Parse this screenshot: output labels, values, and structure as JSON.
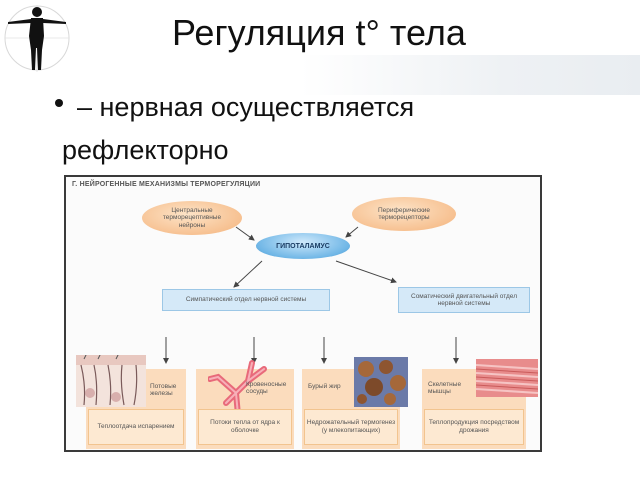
{
  "slide": {
    "title": "Регуляция t° тела",
    "bullet": "– нервная осуществляется",
    "bullet_continued": "рефлекторно"
  },
  "figure": {
    "heading": "Г. НЕЙРОГЕННЫЕ МЕХАНИЗМЫ ТЕРМОРЕГУЛЯЦИИ",
    "central_receptors": "Центральные терморецептивные нейроны",
    "peripheral_receptors": "Периферические терморецепторы",
    "hypothalamus": "ГИПОТАЛАМУС",
    "sympathetic": "Симпатический отдел нервной системы",
    "somatic": "Соматический двигательный отдел нервной системы",
    "effectors": [
      {
        "label": "Потовые железы",
        "result": "Теплоотдача испарением"
      },
      {
        "label": "Кровеносные сосуды",
        "result": "Потоки тепла от ядра к оболочке"
      },
      {
        "label": "Бурый жир",
        "result": "Недрожательный термогенез (у млекопитающих)"
      },
      {
        "label": "Скелетные мышцы",
        "result": "Теплопродукция посредством дрожания"
      }
    ]
  },
  "colors": {
    "oval_fill": "#f4b27a",
    "hypothalamus_fill": "#6fb6e6",
    "blue_box": "#d5e9f8",
    "effector_column": "#fbdcbd"
  }
}
